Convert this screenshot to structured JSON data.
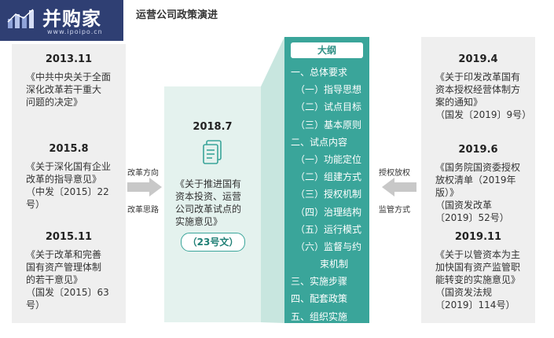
{
  "logo": {
    "name": "并购家",
    "url": "www.ipoipo.cn"
  },
  "title": "运营公司政策演进",
  "left": [
    {
      "year": "2013.11",
      "text": "《中共中央关于全面\n深化改革若干重大\n问题的决定》"
    },
    {
      "year": "2015.8",
      "text": "《关于深化国有企业\n改革的指导意见》\n（中发〔2015〕22号）"
    },
    {
      "year": "2015.11",
      "text": "《关于改革和完善\n国有资产管理体制\n的若干意见》\n（国发〔2015〕63号）"
    }
  ],
  "left_labels": {
    "top": "改革方向",
    "bottom": "改革思路"
  },
  "center": {
    "year": "2018.7",
    "icon": "document-icon",
    "text": "《关于推进国有\n资本投资、运营\n公司改革试点的\n实施意见》",
    "badge": "（23号文）"
  },
  "outline": {
    "header": "大纲",
    "items": [
      {
        "text": "一、总体要求",
        "level": 1
      },
      {
        "text": "（一）指导思想",
        "level": 2
      },
      {
        "text": "（二）试点目标",
        "level": 2
      },
      {
        "text": "（三）基本原则",
        "level": 2
      },
      {
        "text": "二、试点内容",
        "level": 1
      },
      {
        "text": "（一）功能定位",
        "level": 2
      },
      {
        "text": "（二）组建方式",
        "level": 2
      },
      {
        "text": "（三）授权机制",
        "level": 2
      },
      {
        "text": "（四）治理结构",
        "level": 2
      },
      {
        "text": "（五）运行模式",
        "level": 2
      },
      {
        "text": "（六）监督与约",
        "level": 2
      },
      {
        "text": "束机制",
        "level": 3
      },
      {
        "text": "三、实施步骤",
        "level": 1
      },
      {
        "text": "四、配套政策",
        "level": 1
      },
      {
        "text": "五、组织实施",
        "level": 1
      }
    ]
  },
  "right_labels": {
    "top": "授权放权",
    "bottom": "监管方式"
  },
  "right": [
    {
      "year": "2019.4",
      "text": "《关于印发改革国有\n资本授权经营体制方\n案的通知》\n（国发〔2019〕9号）"
    },
    {
      "year": "2019.6",
      "text": "《国务院国资委授权\n放权清单（2019年版）》\n（国资发改革\n〔2019〕52号）"
    },
    {
      "year": "2019.11",
      "text": "《关于以管资本为主\n加快国有资产监管职\n能转变的实施意见》\n（国资发法规\n〔2019〕114号）"
    }
  ],
  "colors": {
    "teal": "#3aa59a",
    "light_teal": "#e4f2ee",
    "gray_card": "#efefef",
    "arrow": "#c8c8c8",
    "logo_bg": "#2f3f73"
  }
}
